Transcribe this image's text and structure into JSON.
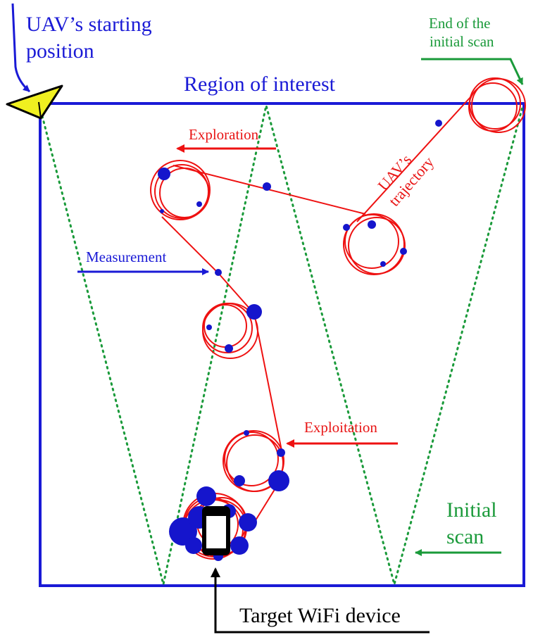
{
  "labels": {
    "start_position": [
      "UAV’s starting",
      "position"
    ],
    "region": "Region of interest",
    "end_scan": [
      "End of the",
      "initial scan"
    ],
    "exploration": "Exploration",
    "trajectory": [
      "UAV’s",
      "trajectory"
    ],
    "measurement": "Measurement",
    "exploitation": "Exploitation",
    "initial_scan": [
      "Initial",
      "scan"
    ],
    "target": "Target WiFi device"
  },
  "colors": {
    "region_border": "#1a1ad6",
    "trajectory": "#ee1111",
    "initial_scan": "#1a9a3a",
    "measurement": "#1515cc",
    "blue_text": "#1a1ad6",
    "red_text": "#e81515",
    "green_text": "#1a9a3a",
    "uav": "#f0f020",
    "target": "#000000"
  }
}
